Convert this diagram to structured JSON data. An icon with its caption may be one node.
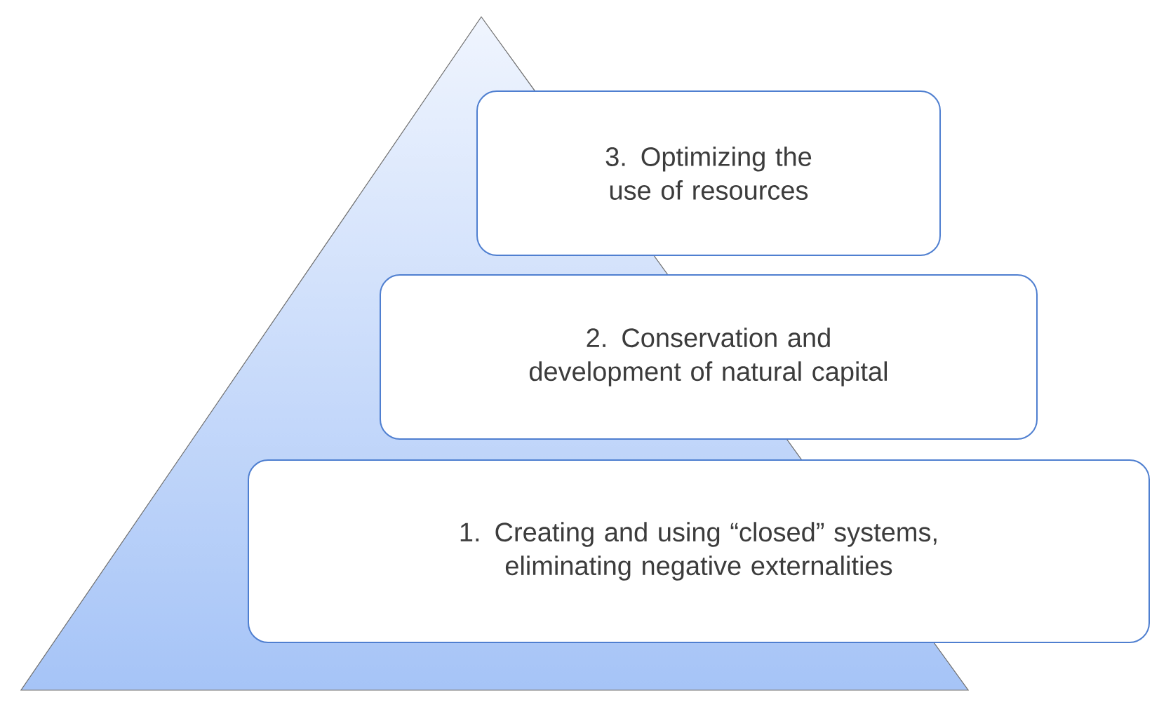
{
  "diagram": {
    "nodes": [
      {
        "text": [
          "3. Optimizing the use of resources"
        ]
      },
      {
        "text": [
          "2. Conservation and development of natural capital"
        ]
      },
      {
        "text": [
          "1. Creating and using “closed” systems, eliminating negative externalities"
        ]
      }
    ]
  }
}
